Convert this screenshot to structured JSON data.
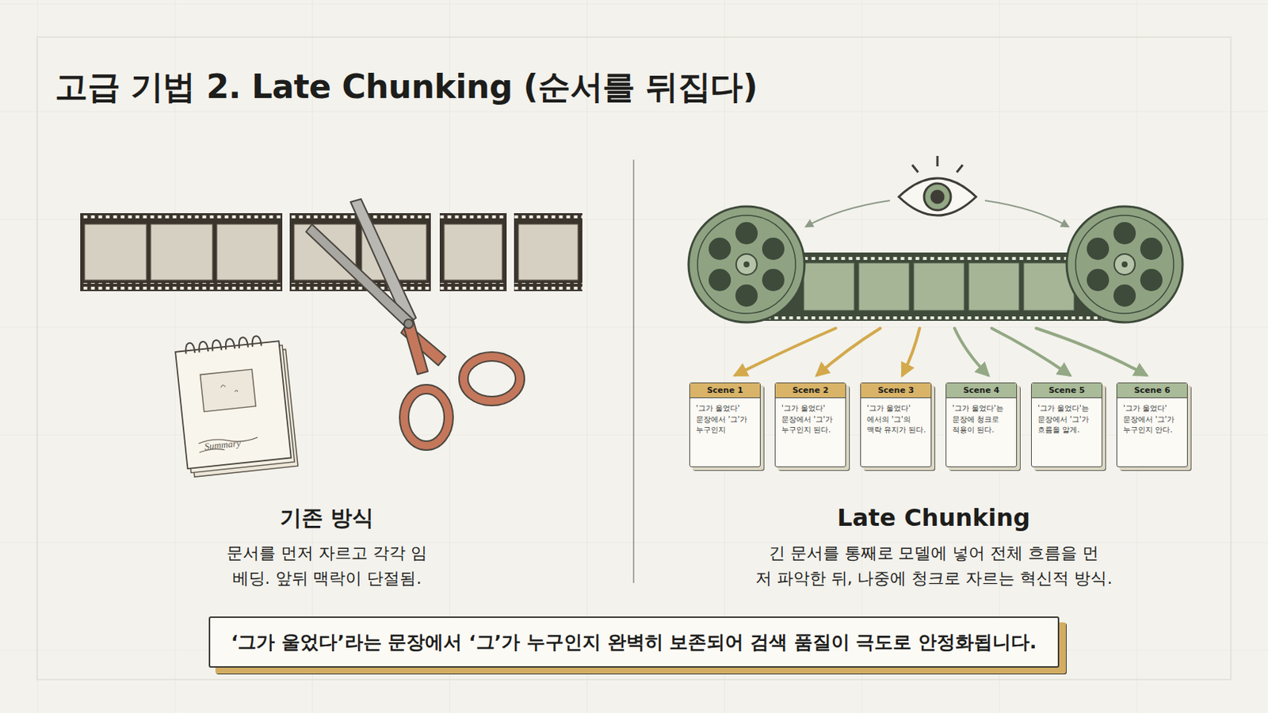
{
  "diagram": {
    "title": "고급 기법 2. Late Chunking (순서를 뒤집다)",
    "caption": "‘그가 울었다’라는 문장에서 ‘그’가 누구인지 완벽히 보존되어 검색 품질이 극도로 안정화됩니다.",
    "nodes": [
      {
        "text": [
          "Scene 1",
          "'그가 울었다' 문장에서 '그'가 누구인지"
        ]
      },
      {
        "text": [
          "Scene 2",
          "'그가 울었다' 문장에서 '그'가 누구인지 된다."
        ]
      },
      {
        "text": [
          "Scene 3",
          "'그가 울었다' 에서의 '그'의 맥락 유지가 된다."
        ]
      },
      {
        "text": [
          "Scene 4",
          "'그가 울었다'는 문장에 청크로 적용이 된다."
        ]
      },
      {
        "text": [
          "Scene 5",
          "'그가 울었다'는 문장에서 '그'가 흐름을 알게."
        ]
      },
      {
        "text": [
          "Scene 6",
          "'그가 울었다' 문장에서 '그'가 누구인지 안다."
        ]
      }
    ],
    "labels": [
      "Summary",
      "기존 방식",
      "문서를 먼저 자르고 각각 임베딩. 앞뒤 맥락이 단절됨.",
      "Late Chunking",
      "긴 문서를 통째로 모델에 넣어 전체 흐름을 먼저 파악한 뒤, 나중에 청크로 자르는 혁신적 방식."
    ]
  }
}
